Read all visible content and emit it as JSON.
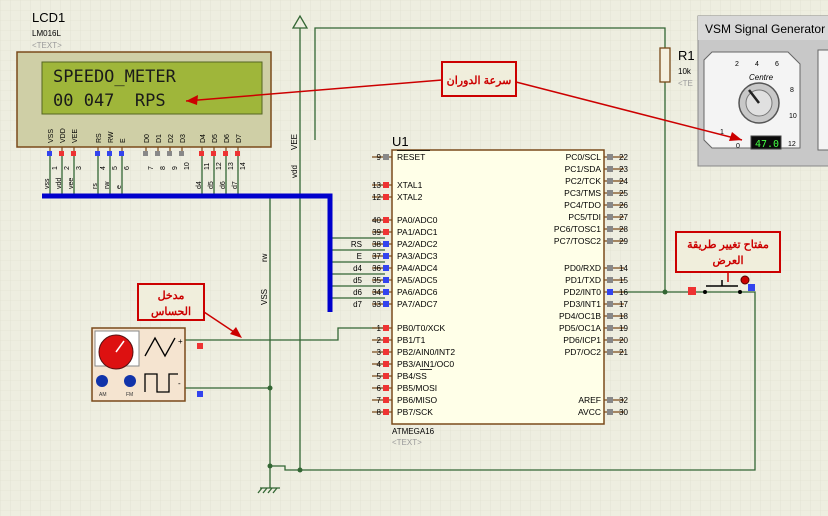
{
  "lcd": {
    "ref": "LCD1",
    "model": "LM016L",
    "text_tag": "<TEXT>",
    "line1": "SPEEDO_METER",
    "line2": "00 047  RPS",
    "pins": [
      "VSS",
      "VDD",
      "VEE",
      "RS",
      "RW",
      "E",
      "D0",
      "D1",
      "D2",
      "D3",
      "D4",
      "D5",
      "D6",
      "D7"
    ],
    "nets": [
      "vss",
      "vdd",
      "vee",
      "rs",
      "rw",
      "e",
      "d4",
      "d5",
      "d6",
      "d7"
    ],
    "pin_numbers": [
      "1",
      "2",
      "3",
      "4",
      "5",
      "6",
      "7",
      "8",
      "9",
      "10",
      "11",
      "12",
      "13",
      "14"
    ]
  },
  "mcu": {
    "ref": "U1",
    "model": "ATMEGA16",
    "text_tag": "<TEXT>",
    "left_pins": [
      {
        "num": "9",
        "name": "RESET"
      },
      {
        "num": "13",
        "name": "XTAL1"
      },
      {
        "num": "12",
        "name": "XTAL2"
      },
      {
        "num": "40",
        "name": "PA0/ADC0"
      },
      {
        "num": "39",
        "name": "PA1/ADC1"
      },
      {
        "num": "38",
        "name": "PA2/ADC2",
        "net": "RS"
      },
      {
        "num": "37",
        "name": "PA3/ADC3",
        "net": "E"
      },
      {
        "num": "36",
        "name": "PA4/ADC4",
        "net": "d4"
      },
      {
        "num": "35",
        "name": "PA5/ADC5",
        "net": "d5"
      },
      {
        "num": "34",
        "name": "PA6/ADC6",
        "net": "d6"
      },
      {
        "num": "33",
        "name": "PA7/ADC7",
        "net": "d7"
      },
      {
        "num": "1",
        "name": "PB0/T0/XCK"
      },
      {
        "num": "2",
        "name": "PB1/T1"
      },
      {
        "num": "3",
        "name": "PB2/AIN0/INT2"
      },
      {
        "num": "4",
        "name": "PB3/AIN1/OC0"
      },
      {
        "num": "5",
        "name": "PB4/SS"
      },
      {
        "num": "6",
        "name": "PB5/MOSI"
      },
      {
        "num": "7",
        "name": "PB6/MISO"
      },
      {
        "num": "8",
        "name": "PB7/SCK"
      }
    ],
    "right_pins": [
      {
        "num": "22",
        "name": "PC0/SCL"
      },
      {
        "num": "23",
        "name": "PC1/SDA"
      },
      {
        "num": "24",
        "name": "PC2/TCK"
      },
      {
        "num": "25",
        "name": "PC3/TMS"
      },
      {
        "num": "26",
        "name": "PC4/TDO"
      },
      {
        "num": "27",
        "name": "PC5/TDI"
      },
      {
        "num": "28",
        "name": "PC6/TOSC1"
      },
      {
        "num": "29",
        "name": "PC7/TOSC2"
      },
      {
        "num": "14",
        "name": "PD0/RXD"
      },
      {
        "num": "15",
        "name": "PD1/TXD"
      },
      {
        "num": "16",
        "name": "PD2/INT0"
      },
      {
        "num": "17",
        "name": "PD3/INT1"
      },
      {
        "num": "18",
        "name": "PD4/OC1B"
      },
      {
        "num": "19",
        "name": "PD5/OC1A"
      },
      {
        "num": "20",
        "name": "PD6/ICP1"
      },
      {
        "num": "21",
        "name": "PD7/OC2"
      },
      {
        "num": "32",
        "name": "AREF"
      },
      {
        "num": "30",
        "name": "AVCC"
      }
    ]
  },
  "resistor": {
    "ref": "R1",
    "value": "10k",
    "text_tag": "<TE"
  },
  "signal_generator": {
    "title": "VSM Signal Generator",
    "knob_label": "Centre",
    "display": "47.0",
    "scale": [
      "2",
      "4",
      "6",
      "8",
      "10",
      "12",
      "1",
      "0"
    ]
  },
  "labels": {
    "vdd": "vdd",
    "vee": "VEE",
    "vss": "VSS",
    "rw": "rw"
  },
  "generator_labels": {
    "am": "AM",
    "fm": "FM",
    "plus": "+",
    "minus": "-"
  },
  "annotations": {
    "speed": "سرعة الدوران",
    "switch": [
      "مفتاح تغيير طريقة",
      "العرض"
    ],
    "sensor": [
      "مدخل",
      "الحساس"
    ]
  },
  "colors": {
    "background": "#eeeee0",
    "wire": "#336633",
    "bus": "#0000cc",
    "lcd_screen": "#9fb63a",
    "annotation": "#cc0000"
  }
}
